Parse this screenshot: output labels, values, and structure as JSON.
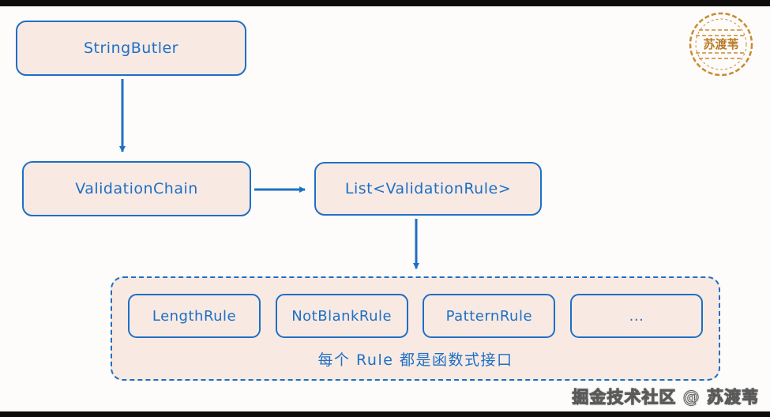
{
  "diagram": {
    "nodes": {
      "string_butler": {
        "label": "StringButler"
      },
      "validation_chain": {
        "label": "ValidationChain"
      },
      "rule_list": {
        "label": "List<ValidationRule>"
      }
    },
    "rules_group": {
      "items": [
        {
          "label": "LengthRule"
        },
        {
          "label": "NotBlankRule"
        },
        {
          "label": "PatternRule"
        },
        {
          "label": "..."
        }
      ],
      "caption": "每个 Rule 都是函数式接口"
    }
  },
  "stamp": {
    "text": "苏渡苇"
  },
  "watermark": {
    "text": "掘金技术社区 @ 苏渡苇"
  },
  "colors": {
    "line": "#1e6fc5",
    "node_fill": "#f8eae3",
    "stamp_orange": "#c98a2f"
  }
}
